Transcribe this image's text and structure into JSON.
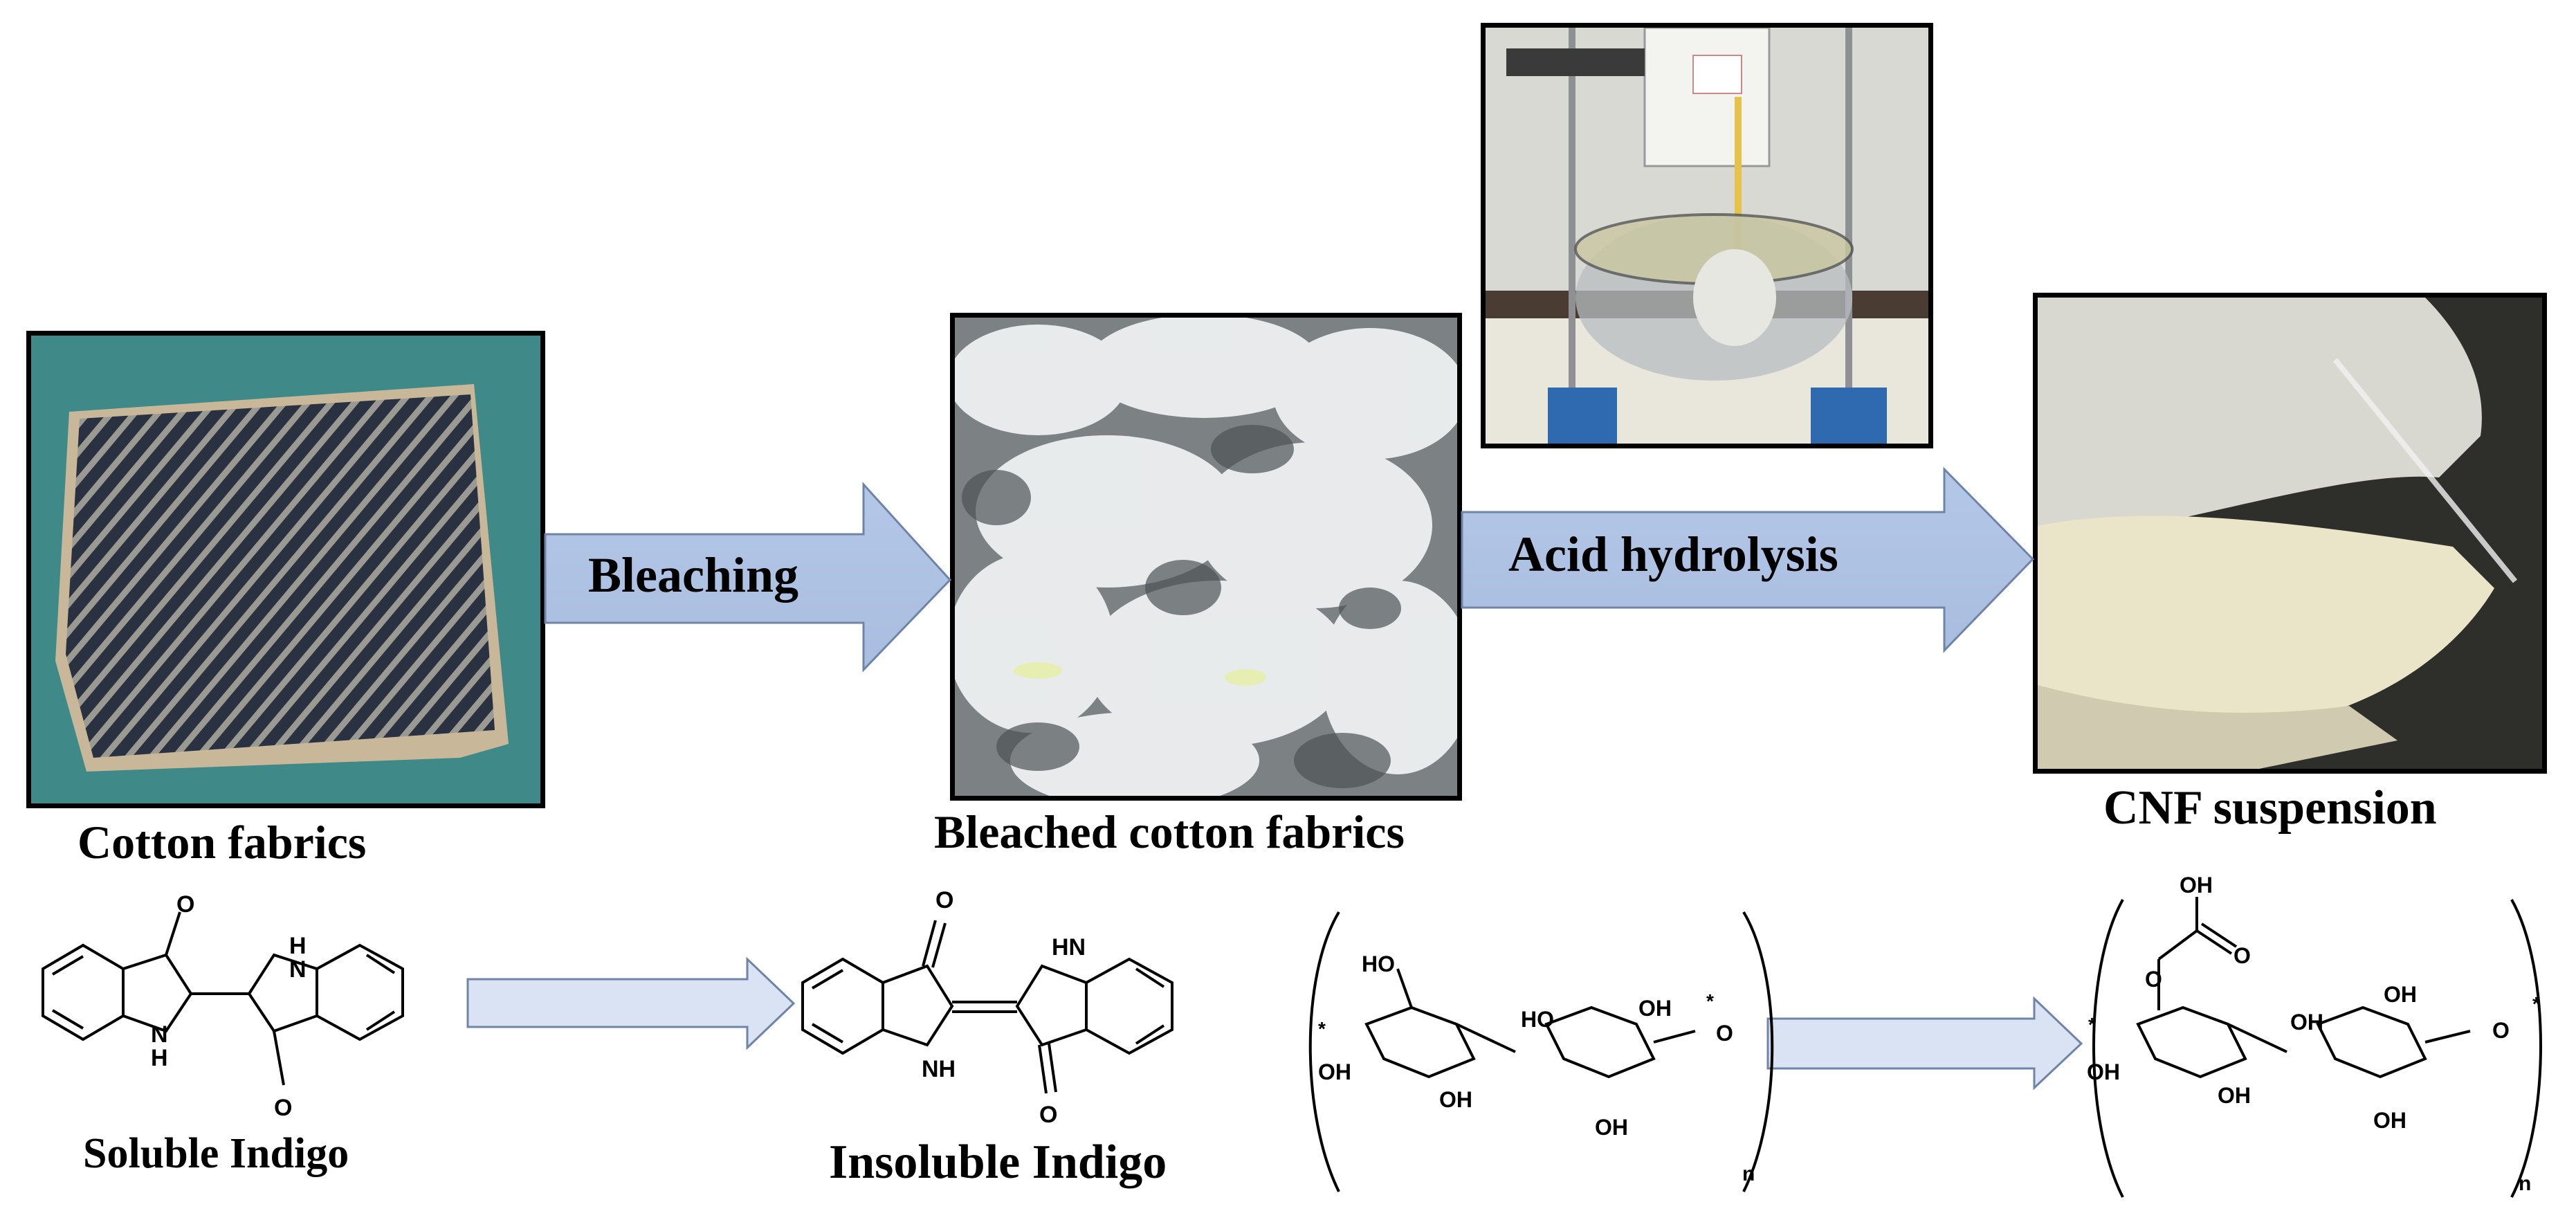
{
  "steps": {
    "cotton": {
      "caption": "Cotton fabrics"
    },
    "bleached": {
      "caption": "Bleached cotton fabrics"
    },
    "cnf": {
      "caption": "CNF suspension"
    }
  },
  "arrows": {
    "bleaching": "Bleaching",
    "acid_hydrolysis": "Acid hydrolysis"
  },
  "chemistry": {
    "soluble_indigo": "Soluble Indigo",
    "insoluble_indigo": "Insoluble Indigo",
    "atoms": {
      "o_minus": "O",
      "o": "O",
      "nh": "NH",
      "hn": "HN",
      "h": "H",
      "n": "N",
      "oh": "OH",
      "ho": "HO",
      "star": "*",
      "subscript_n": "n"
    }
  },
  "colors": {
    "arrow_fill_top": "#b4c7e7",
    "arrow_fill_bottom": "#dae3f3",
    "arrow_stroke": "#6f84a8",
    "denim_bg": "#3f8a88",
    "frame": "#000000"
  }
}
